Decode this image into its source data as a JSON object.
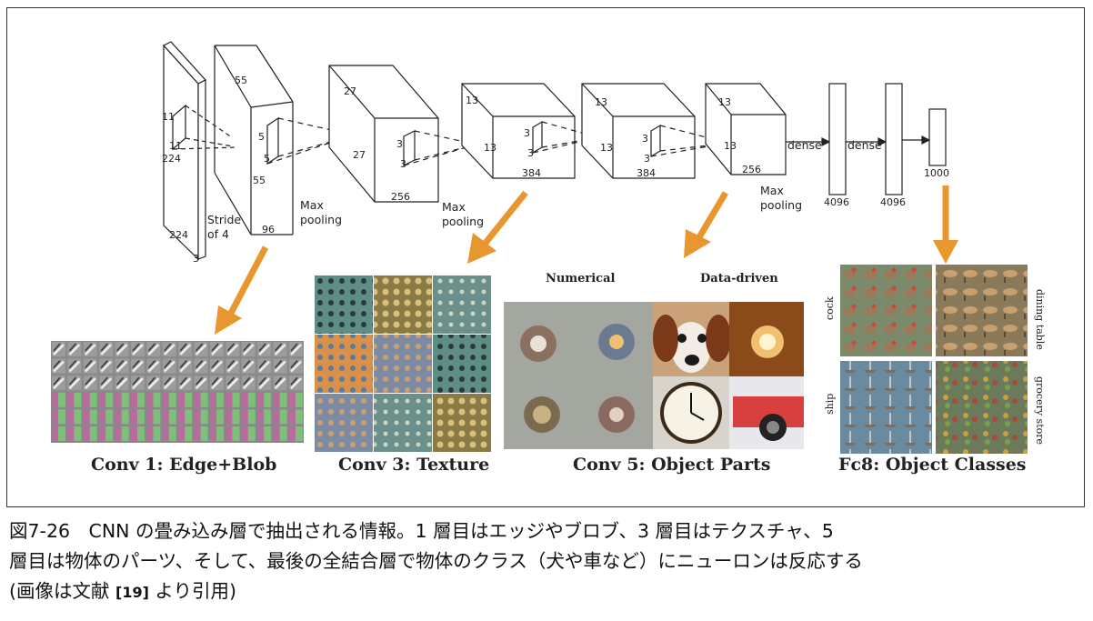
{
  "network": {
    "input": {
      "h": "224",
      "w": "224",
      "d": "3",
      "kernel_a": "11",
      "kernel_b": "11"
    },
    "conv1": {
      "top": "55",
      "side": "55",
      "depth": "96",
      "kernel_a": "5",
      "kernel_b": "5",
      "stride_line1": "Stride",
      "stride_line2": "of 4"
    },
    "pool1": {
      "line1": "Max",
      "line2": "pooling"
    },
    "conv2": {
      "top": "27",
      "side": "27",
      "depth": "256",
      "kernel_a": "3",
      "kernel_b": "3"
    },
    "pool2": {
      "line1": "Max",
      "line2": "pooling"
    },
    "conv3": {
      "top": "13",
      "side": "13",
      "depth": "384",
      "kernel_a": "3",
      "kernel_b": "3"
    },
    "conv4": {
      "top": "13",
      "side": "13",
      "depth": "384",
      "kernel_a": "3",
      "kernel_b": "3"
    },
    "conv5": {
      "top": "13",
      "side": "13",
      "depth": "256"
    },
    "pool3": {
      "line1": "Max",
      "line2": "pooling"
    },
    "dense1": {
      "label": "dense",
      "size": "4096"
    },
    "dense2": {
      "label": "dense",
      "size": "4096"
    },
    "output": {
      "size": "1000"
    }
  },
  "panels": {
    "conv1_caption": "Conv 1: Edge+Blob",
    "conv3_caption": "Conv 3: Texture",
    "conv5_caption": "Conv 5: Object Parts",
    "conv5_sub_left": "Numerical",
    "conv5_sub_right": "Data-driven",
    "fc8_caption": "Fc8: Object Classes",
    "fc8_labels": {
      "cock": "cock",
      "dining_table": "dining table",
      "ship": "ship",
      "grocery_store": "grocery store"
    }
  },
  "colors": {
    "arrow": "#e8962e",
    "line": "#222222"
  },
  "caption": {
    "line1": "図7-26　CNN の畳み込み層で抽出される情報。1 層目はエッジやブロブ、3 層目はテクスチャ、5",
    "line2": "層目は物体のパーツ、そして、最後の全結合層で物体のクラス（犬や車など）にニューロンは反応する",
    "line3_a": "(画像は文献 ",
    "line3_ref": "[19]",
    "line3_b": " より引用)"
  }
}
